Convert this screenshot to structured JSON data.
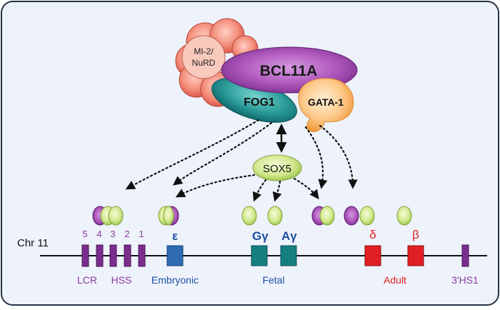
{
  "complex": {
    "mi2_line1": "MI-2/",
    "mi2_line2": "NuRD",
    "bcl11a": "BCL11A",
    "fog1": "FOG1",
    "gata1": "GATA-1",
    "sox5": "SOX5"
  },
  "chromosome": {
    "label": "Chr 11",
    "hss_numbers": [
      "5",
      "4",
      "3",
      "2",
      "1"
    ],
    "genes": {
      "epsilon": "ε",
      "g_gamma_letter": "G",
      "a_gamma_letter": "A",
      "gamma": "γ",
      "delta": "δ",
      "beta": "β"
    },
    "regions": {
      "lcr": "LCR",
      "hss": "HSS",
      "embryonic": "Embryonic",
      "fetal": "Fetal",
      "adult": "Adult",
      "hs1": "3'HS1"
    }
  },
  "colors": {
    "background": "#eef2fb",
    "border": "#223344",
    "purple": "#7a2e8c",
    "purple_text": "#8a3d9c",
    "blue_text": "#1e4fa0",
    "red": "#e02024",
    "teal": "#157f80",
    "green_oval": "#cde58a",
    "salmon": "#f07f6f",
    "orange": "#fcc887",
    "lilac": "#b25bbf"
  }
}
